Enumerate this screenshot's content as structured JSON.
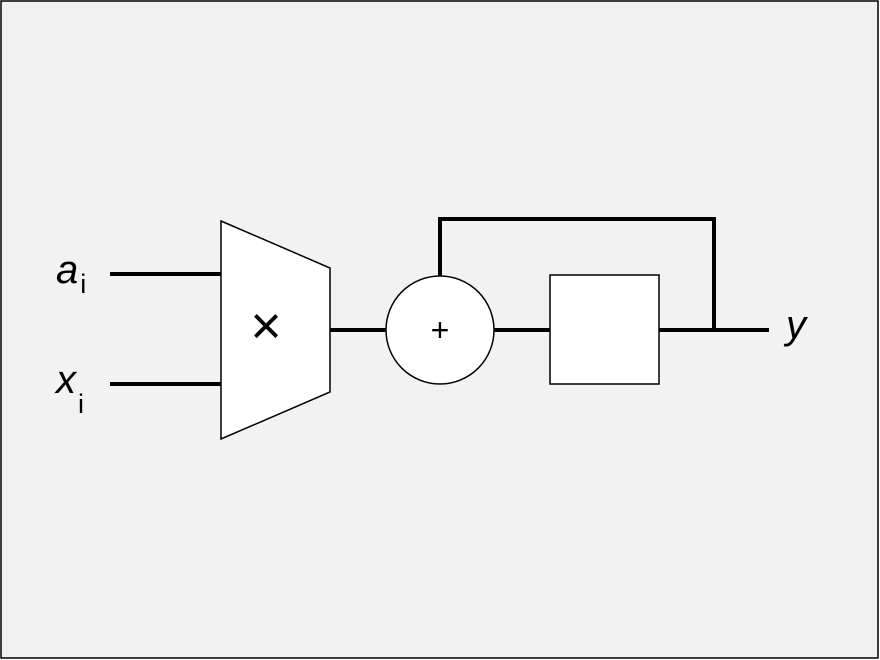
{
  "colors": {
    "background": "#f2f2f2",
    "border": "#000000",
    "block_fill": "#ffffff",
    "line": "#000000"
  },
  "inputs": [
    {
      "symbol": "a",
      "subscript": "i"
    },
    {
      "symbol": "x",
      "subscript": "i"
    }
  ],
  "multiplier": {
    "symbol": "×"
  },
  "adder": {
    "symbol": "+"
  },
  "output": {
    "symbol": "y"
  }
}
